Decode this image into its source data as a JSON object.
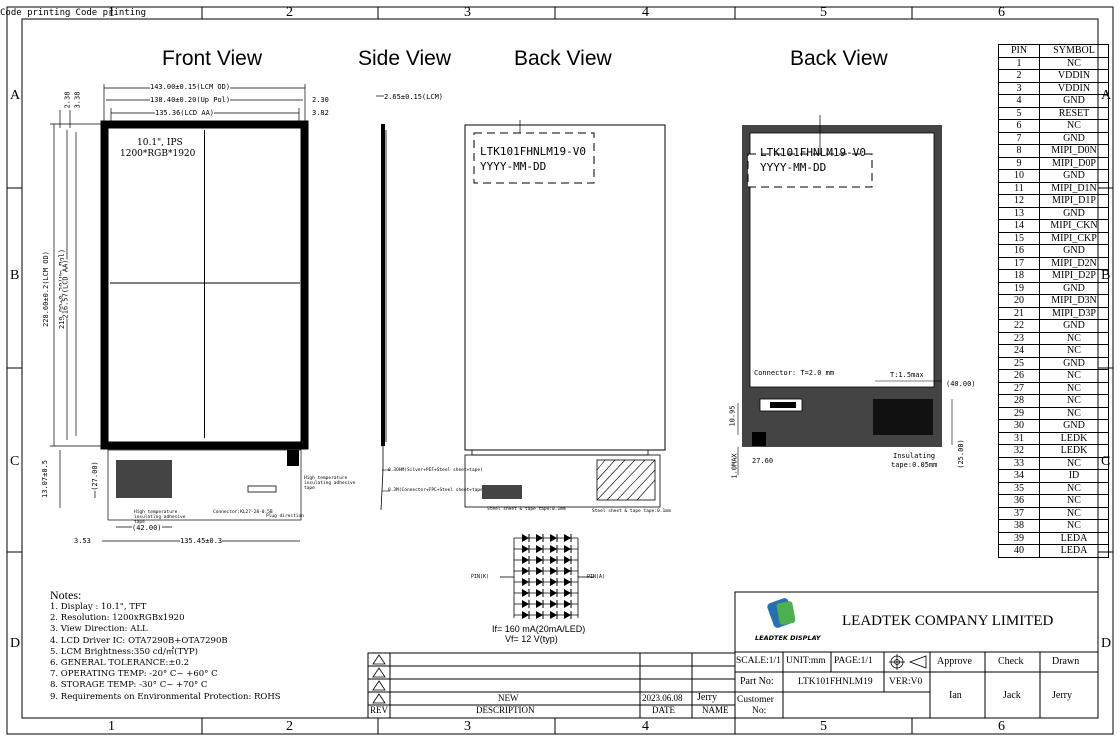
{
  "frame": {
    "zones_top": [
      "1",
      "2",
      "3",
      "4",
      "5",
      "6"
    ],
    "zones_side": [
      "A",
      "B",
      "C",
      "D"
    ]
  },
  "views": {
    "front": "Front View",
    "side": "Side View",
    "back1": "Back View",
    "back2": "Back View"
  },
  "front": {
    "dim_top1": "143.00±0.15(LCM OD)",
    "dim_top2": "138.40±0.20(Up Pol)",
    "dim_top3": "135.36(LCD AA)",
    "dim_left1": "2.38",
    "dim_left2": "3.38",
    "dim_right1": "2.30",
    "dim_right2": "3.82",
    "dim_v1": "228.60±0.2(LCM OD)",
    "dim_v2": "219.09±0.20(Up Pol)",
    "dim_v3": "216.57(LCD AA)",
    "panel_line1": "10.1\", IPS",
    "panel_line2": "1200*RGB*1920",
    "dim_bottom_left": "13.07±0.5",
    "dim_27": "(27.00)",
    "dim_42": "(42.00)",
    "dim_353": "3.53",
    "dim_13545": "135.45±0.3",
    "label_tape": "High temperature insulating adhesive tape",
    "label_connector": "Connector:KL27-28-0.5B",
    "label_plug": "Plug direction",
    "label_hi_tape": "High temperature insulating adhesive tape"
  },
  "side": {
    "dim_thickness": "2.65±0.15(LCM)",
    "label_upper": "0.3OHM(Silver+PEF+Steel sheet+tape)",
    "label_lower": "0.3M(Connector+FPC+Steel sheet+tape)"
  },
  "back1": {
    "code_printing": "Code printing",
    "code_line1": "LTK101FHNLM19-V0",
    "code_line2": "YYYY-MM-DD",
    "label_left_tape": "Steel sheet & tape tape:0.1mm",
    "label_right_tape": "Steel sheet & tape tape:0.1mm"
  },
  "back2": {
    "code_printing": "Code printing",
    "code_line1": "LTK101FHNLM19-V0",
    "code_line2": "YYYY-MM-DD",
    "connector": "Connector: T=2.0 mm",
    "t_max": "T:1.5max",
    "dim_40": "(40.00)",
    "dim_1095": "10.95",
    "dim_1max": "1.0MAX",
    "dim_2760": "27.60",
    "insulating_1": "Insulating",
    "insulating_2": "tape:0.05mm",
    "dim_25": "(25.00)"
  },
  "led": {
    "pin_k": "PIN(K)",
    "pin_a": "PIN(A)",
    "if": "If= 160 mA(20mA/LED)",
    "vf": "Vf= 12 V(typ)"
  },
  "pins": {
    "header_pin": "PIN",
    "header_symbol": "SYMBOL",
    "rows": [
      [
        "1",
        "NC"
      ],
      [
        "2",
        "VDDIN"
      ],
      [
        "3",
        "VDDIN"
      ],
      [
        "4",
        "GND"
      ],
      [
        "5",
        "RESET"
      ],
      [
        "6",
        "NC"
      ],
      [
        "7",
        "GND"
      ],
      [
        "8",
        "MIPI_D0N"
      ],
      [
        "9",
        "MIPI_D0P"
      ],
      [
        "10",
        "GND"
      ],
      [
        "11",
        "MIPI_D1N"
      ],
      [
        "12",
        "MIPI_D1P"
      ],
      [
        "13",
        "GND"
      ],
      [
        "14",
        "MIPI_CKN"
      ],
      [
        "15",
        "MIPI_CKP"
      ],
      [
        "16",
        "GND"
      ],
      [
        "17",
        "MIPI_D2N"
      ],
      [
        "18",
        "MIPI_D2P"
      ],
      [
        "19",
        "GND"
      ],
      [
        "20",
        "MIPI_D3N"
      ],
      [
        "21",
        "MIPI_D3P"
      ],
      [
        "22",
        "GND"
      ],
      [
        "23",
        "NC"
      ],
      [
        "24",
        "NC"
      ],
      [
        "25",
        "GND"
      ],
      [
        "26",
        "NC"
      ],
      [
        "27",
        "NC"
      ],
      [
        "28",
        "NC"
      ],
      [
        "29",
        "NC"
      ],
      [
        "30",
        "GND"
      ],
      [
        "31",
        "LEDK"
      ],
      [
        "32",
        "LEDK"
      ],
      [
        "33",
        "NC"
      ],
      [
        "34",
        "ID"
      ],
      [
        "35",
        "NC"
      ],
      [
        "36",
        "NC"
      ],
      [
        "37",
        "NC"
      ],
      [
        "38",
        "NC"
      ],
      [
        "39",
        "LEDA"
      ],
      [
        "40",
        "LEDA"
      ]
    ]
  },
  "notes": {
    "title": "Notes:",
    "items": [
      "1. Display : 10.1\", TFT",
      "2. Resolution: 1200xRGBx1920",
      "3. View Direction: ALL",
      "4. LCD Driver IC: OTA7290B+OTA7290B",
      "5. LCM Brightness:350 cd/㎡(TYP)",
      "6. GENERAL TOLERANCE:±0.2",
      "7. OPERATING TEMP: -20° C~ +60° C",
      "8. STORAGE TEMP: -30° C~ +70° C",
      "9. Requirements on Environmental Protection: ROHS"
    ]
  },
  "revision": {
    "desc_new": "NEW",
    "date": "2023.06.08",
    "name": "Jerry",
    "h_rev": "REV",
    "h_desc": "DESCRIPTION",
    "h_date": "DATE",
    "h_name": "NAME"
  },
  "title_block": {
    "logo_text": "LEADTEK DISPLAY",
    "company": "LEADTEK COMPANY LIMITED",
    "scale": "SCALE:1/1",
    "unit": "UNIT:mm",
    "page": "PAGE:1/1",
    "approve": "Approve",
    "check": "Check",
    "drawn": "Drawn",
    "part_no_label": "Part No:",
    "part_no": "LTK101FHNLM19",
    "ver": "VER:V0",
    "approve_name": "Ian",
    "check_name": "Jack",
    "drawn_name": "Jerry",
    "customer_label1": "Customer",
    "customer_label2": "No:"
  },
  "colors": {
    "line": "#000000",
    "panel_border": "#000000",
    "hatch": "#444444"
  }
}
